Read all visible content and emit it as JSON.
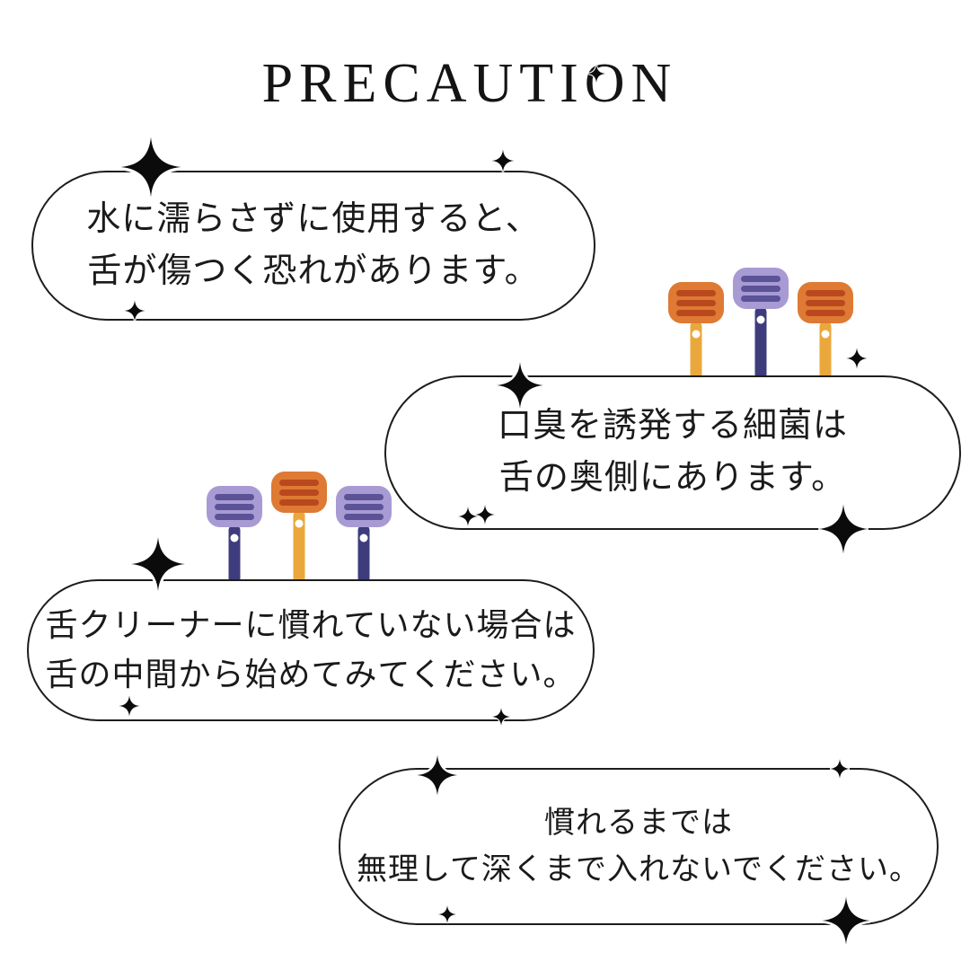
{
  "title": "PRECAUTION",
  "bubbles": [
    {
      "lines": [
        "水に濡らさずに使用すると、",
        "舌が傷つく恐れがあります。"
      ]
    },
    {
      "lines": [
        "口臭を誘発する細菌は",
        "舌の奥側にあります。"
      ]
    },
    {
      "lines": [
        "舌クリーナーに慣れていない場合は",
        "舌の中間から始めてみてください。"
      ]
    },
    {
      "lines": [
        "慣れるまでは",
        "無理して深くまで入れないでください。"
      ]
    }
  ],
  "colors": {
    "background": "#ffffff",
    "outline": "#1d1d1d",
    "text": "#1a1a1a",
    "sparkle": "#0b0b0b",
    "cleaner_yellow_handle": "#EAA83C",
    "cleaner_orange_head": "#DE7A33",
    "cleaner_orange_stripe": "#BA481E",
    "cleaner_navy_handle": "#3E3C7C",
    "cleaner_purple_head": "#A89BD4",
    "cleaner_purple_stripe": "#5B5297"
  },
  "icons": {
    "sparkle": "four-point-sparkle",
    "illustration": "tongue-cleaner"
  }
}
